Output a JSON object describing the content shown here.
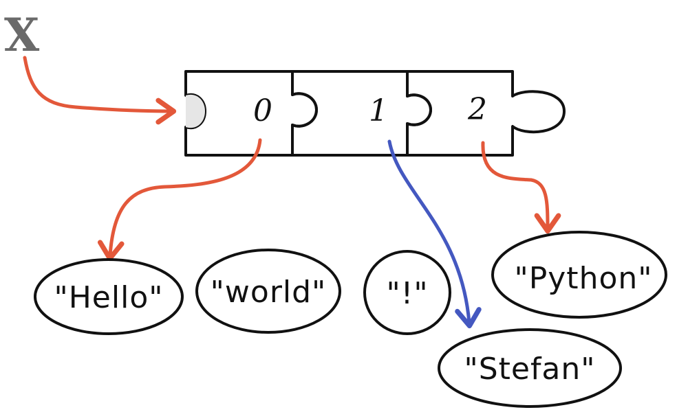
{
  "variable": {
    "name": "X"
  },
  "list": {
    "slots": [
      {
        "index": "0",
        "color": "#f7b12b",
        "target": "Hello"
      },
      {
        "index": "1",
        "color": "#a8c83a",
        "target": "Stefan"
      },
      {
        "index": "2",
        "color": "#ef9e4c",
        "target": "Python"
      }
    ]
  },
  "strings": [
    {
      "id": "hello",
      "text": "\"Hello\""
    },
    {
      "id": "world",
      "text": "\"world\""
    },
    {
      "id": "exclaim",
      "text": "\"!\""
    },
    {
      "id": "python",
      "text": "\"Python\""
    },
    {
      "id": "stefan",
      "text": "\"Stefan\""
    }
  ],
  "colors": {
    "arrow_red": "#e3583a",
    "arrow_blue": "#4458c0",
    "outline": "#111111",
    "variable": "#6a6a6a",
    "empty_socket": "#e6e6e6"
  }
}
